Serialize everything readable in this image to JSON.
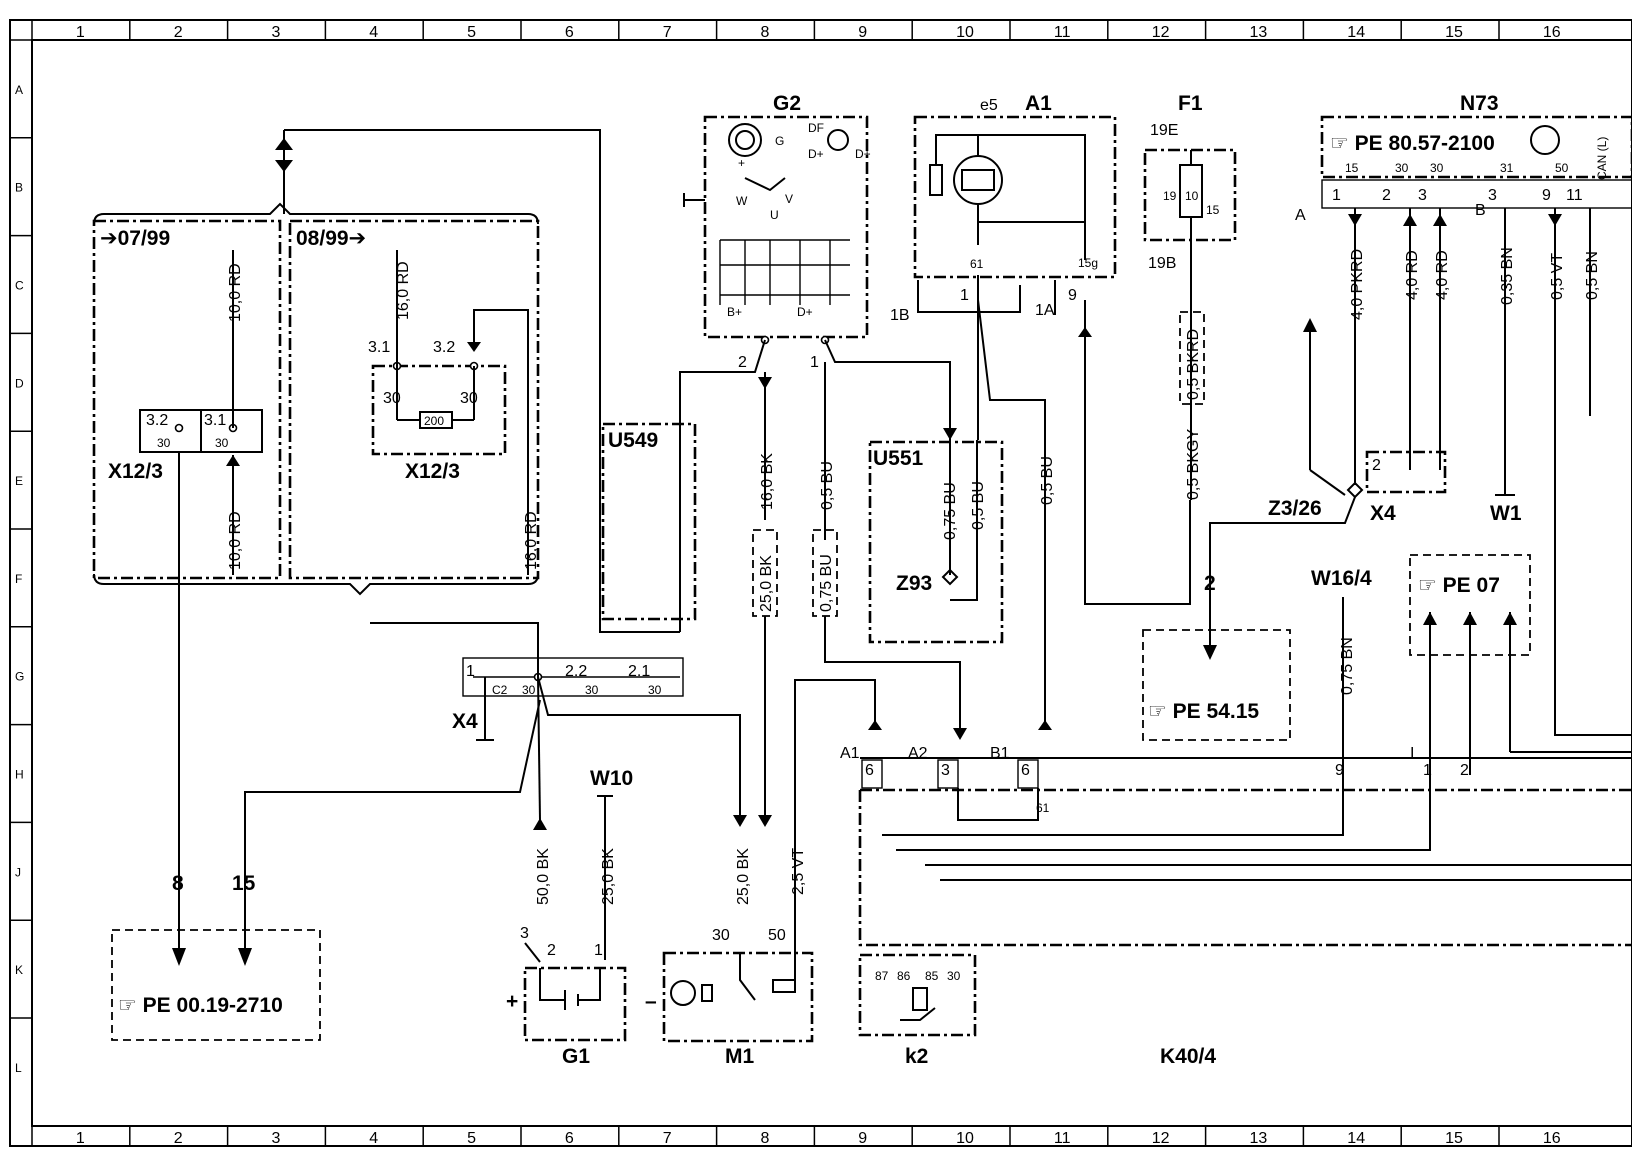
{
  "grid": {
    "columns": [
      "1",
      "2",
      "3",
      "4",
      "5",
      "6",
      "7",
      "8",
      "9",
      "10",
      "11",
      "12",
      "13",
      "14",
      "15",
      "16"
    ],
    "rows": [
      "A",
      "B",
      "C",
      "D",
      "E",
      "F",
      "G",
      "H",
      "J",
      "K",
      "L"
    ]
  },
  "components": {
    "G2": "G2",
    "A1": "A1",
    "e5": "e5",
    "F1": "F1",
    "N73": "N73",
    "X12_3_left": "X12/3",
    "X12_3_mid": "X12/3",
    "U549": "U549",
    "U551": "U551",
    "Z93": "Z93",
    "X4_main": "X4",
    "X4_right": "X4",
    "Z3_26": "Z3/26",
    "W1": "W1",
    "W16_4": "W16/4",
    "W10": "W10",
    "G1": "G1",
    "M1": "M1",
    "k2": "k2",
    "K40_4": "K40/4"
  },
  "variants": {
    "v0799": "➔07/99",
    "v0899": "08/99➔"
  },
  "fuse_labels": {
    "f19E": "19E",
    "f19B": "19B",
    "f19": "19",
    "f10": "10",
    "f15": "15"
  },
  "references": {
    "pe_80_57": "☞ PE 80.57-2100",
    "pe_54_15": "☞ PE 54.15",
    "pe_00_19": "☞ PE 00.19-2710",
    "pe_07": "☞ PE 07"
  },
  "wires": {
    "w_10rd_top": "10,0 RD",
    "w_10rd_bot": "10,0 RD",
    "w_16rd_top": "16,0 RD",
    "w_16rd_bot": "16,0 RD",
    "w_16bk": "16,0 BK",
    "w_25bk_box": "25,0 BK",
    "w_05bu_g2": "0,5 BU",
    "w_075bu_box": "0,75 BU",
    "w_075bu_u551": "0,75 BU",
    "w_05bu_u551": "0,5 BU",
    "w_05bu_a1": "0,5 BU",
    "w_05bkrd": "0,5 BKRD",
    "w_05bkgy": "0,5 BKGY",
    "w_4pkrd": "4,0 PKRD",
    "w_4rd_1": "4,0 RD",
    "w_4rd_2": "4,0 RD",
    "w_035bn": "0,35 BN",
    "w_05vt": "0,5 VT",
    "w_05bn": "0,5 BN",
    "w_075bn": "0,75 BN",
    "w_50bk": "50,0 BK",
    "w_25bk_w10": "25,0 BK",
    "w_25bk_m1": "25,0 BK",
    "w_25vt": "2,5 VT"
  },
  "pins": {
    "p_3_2": "3.2",
    "p_3_1": "3.1",
    "p_30": "30",
    "p_1": "1",
    "p_2": "2",
    "p_3": "3",
    "p_6": "6",
    "p_9": "9",
    "p_11": "11",
    "p_15": "15",
    "p_15g": "15g",
    "p_61": "61",
    "p_50": "50",
    "p_31": "31",
    "p_1A": "1A",
    "p_1B": "1B",
    "p_A": "A",
    "p_B": "B",
    "p_A1": "A1",
    "p_A2": "A2",
    "p_B1": "B1",
    "p_I": "I",
    "p_87": "87",
    "p_86": "86",
    "p_85": "85",
    "p_C2": "C2",
    "p_2_2": "2.2",
    "p_2_1": "2.1",
    "p_DF": "DF",
    "p_Dplus": "D+",
    "p_Bplus": "B+",
    "p_G": "G",
    "p_W": "W",
    "p_V": "V",
    "p_U": "U",
    "p_plus": "+",
    "p_minus": "–",
    "p_CAN": "CAN (L)",
    "p_200": "200",
    "n8": "8",
    "n15": "15",
    "n2": "2"
  }
}
